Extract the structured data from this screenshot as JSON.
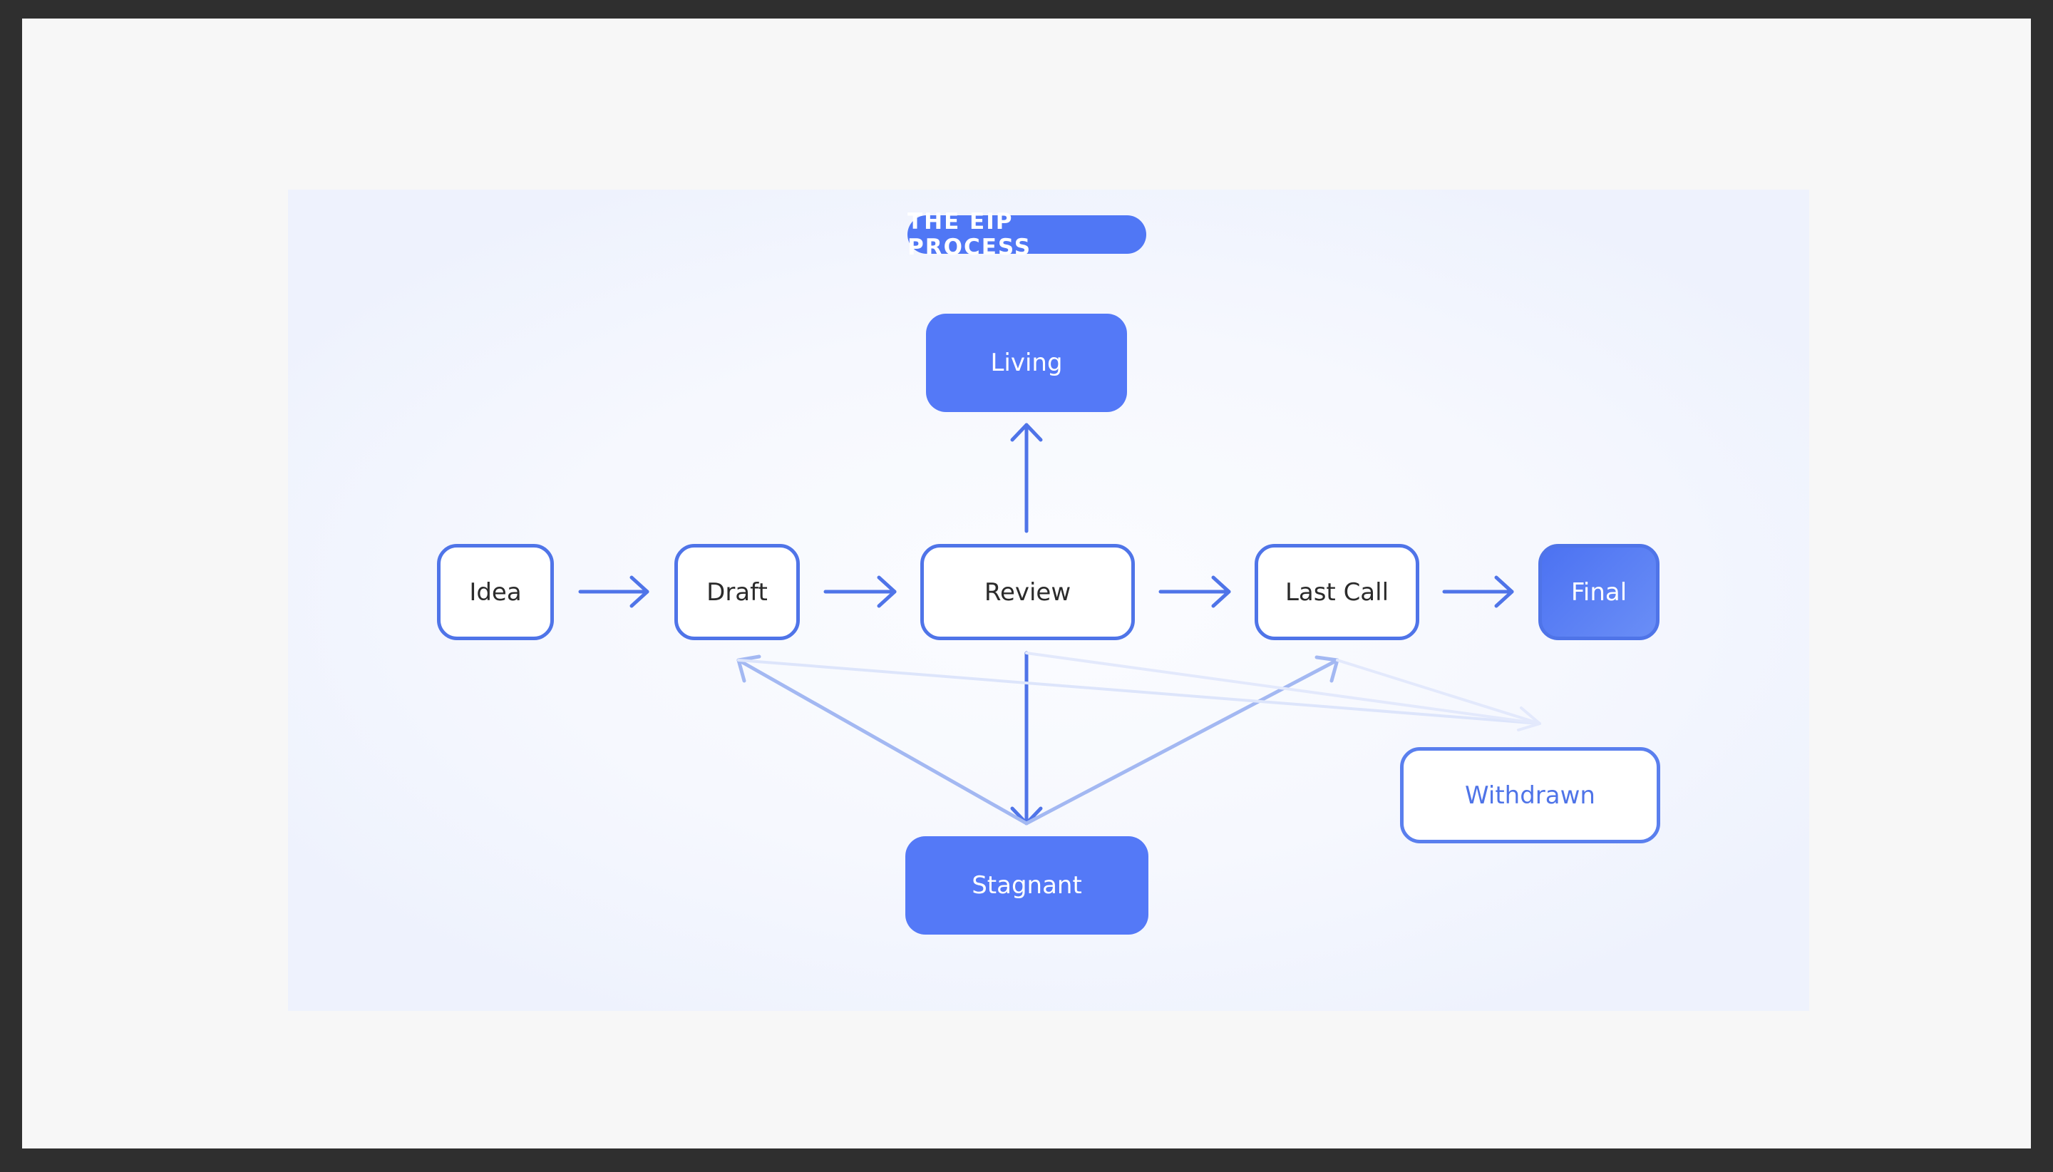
{
  "title": "THE EIP PROCESS",
  "nodes": {
    "idea": "Idea",
    "draft": "Draft",
    "review": "Review",
    "last_call": "Last Call",
    "final": "Final",
    "living": "Living",
    "stagnant": "Stagnant",
    "withdrawn": "Withdrawn"
  },
  "colors": {
    "accent": "#5077F5",
    "outline": "#4F74E8",
    "text": "#2B2B2B",
    "faded_arrow": "#9DB3F2"
  }
}
